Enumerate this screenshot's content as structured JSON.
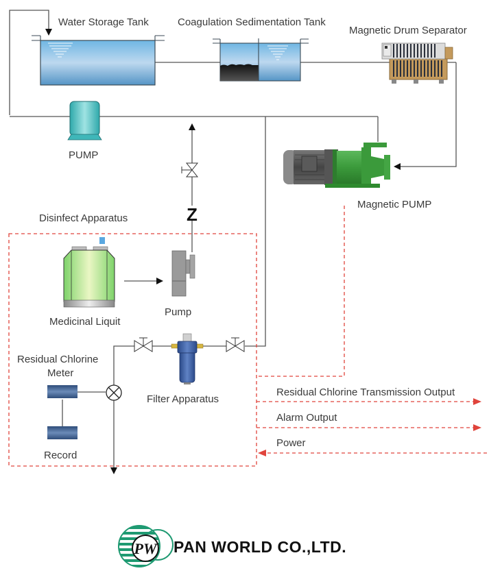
{
  "diagram": {
    "title": "Residual chlorine disinfection process flow",
    "equipment": {
      "water_storage_tank": "Water Storage Tank",
      "coagulation_tank": "Coagulation Sedimentation Tank",
      "magnetic_drum_separator": "Magnetic Drum Separator",
      "pump": "PUMP",
      "magnetic_pump": "Magnetic PUMP",
      "disinfect_apparatus": "Disinfect Apparatus",
      "medicinal_liquid": "Medicinal Liquit",
      "dosing_pump": "Pump",
      "residual_chlorine_meter_line1": "Residual Chlorine",
      "residual_chlorine_meter_line2": "Meter",
      "filter_apparatus": "Filter Apparatus",
      "record": "Record"
    },
    "signals": {
      "transmission_output": "Residual Chlorine Transmission Output",
      "alarm_output": "Alarm  Output",
      "power": "Power"
    },
    "symbols": {
      "check_valve_glyph": "Z"
    },
    "colors": {
      "pipe_line": "#555555",
      "signal_line": "#e0443c",
      "water_light": "#bcd9f0",
      "water_dark": "#5ea3d3",
      "pump_teal": "#4fc4c6",
      "motor_green": "#3d9a3d",
      "tank_green": "#a8e07a",
      "meter_blue": "#3e5f8f",
      "logo_green": "#1f9a72"
    }
  },
  "footer": {
    "company": "PAN WORLD CO.,LTD.",
    "logo_monogram": "PW"
  }
}
